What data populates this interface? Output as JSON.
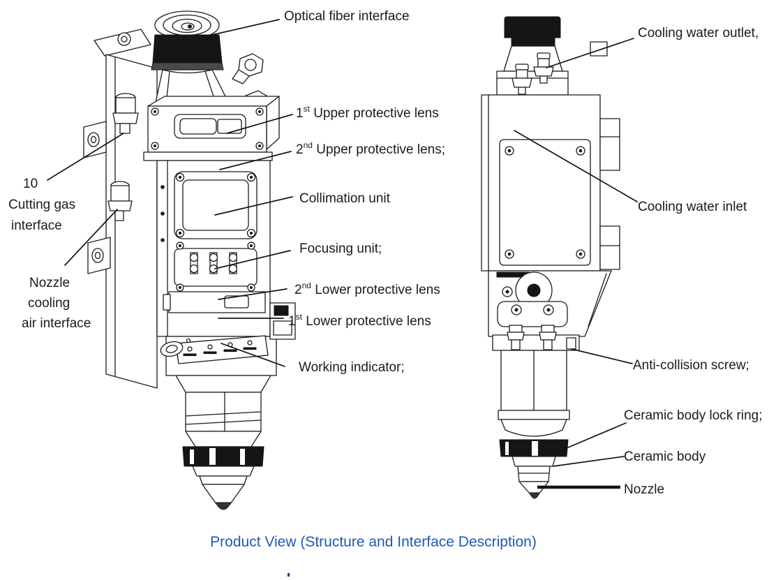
{
  "labels": {
    "optical_fiber": {
      "text": "Optical fiber interface"
    },
    "upper_lens_1": {
      "num": "1",
      "ord": "st",
      "rest": " Upper protective lens"
    },
    "upper_lens_2": {
      "num": "2",
      "ord": "nd",
      "rest": " Upper protective lens;"
    },
    "collimation": {
      "text": "Collimation unit"
    },
    "focusing": {
      "text": "Focusing unit;"
    },
    "lower_lens_2": {
      "num": "2",
      "ord": "nd",
      "rest": " Lower protective lens"
    },
    "lower_lens_1": {
      "num": "1",
      "ord": "st",
      "rest": " Lower protective lens"
    },
    "working_indicator": {
      "text": "Working indicator;"
    },
    "cutting_gas": {
      "line1": "10",
      "line2": "Cutting gas",
      "line3": "interface"
    },
    "nozzle_cooling": {
      "line1": "Nozzle",
      "line2": "cooling",
      "line3": "air interface"
    },
    "water_outlet": {
      "text": "Cooling water outlet,"
    },
    "water_inlet": {
      "text": "Cooling water inlet"
    },
    "anti_collision": {
      "text": "Anti-collision screw;"
    },
    "lock_ring": {
      "text": "Ceramic body lock ring;"
    },
    "ceramic_body": {
      "text": "Ceramic body"
    },
    "nozzle": {
      "text": "Nozzle"
    }
  },
  "caption": {
    "text": "Product View (Structure and Interface Description)"
  },
  "colors": {
    "caption_blue": "#2058b3",
    "label_text": "#1a1a22",
    "line_art": "#1b1b1b"
  }
}
